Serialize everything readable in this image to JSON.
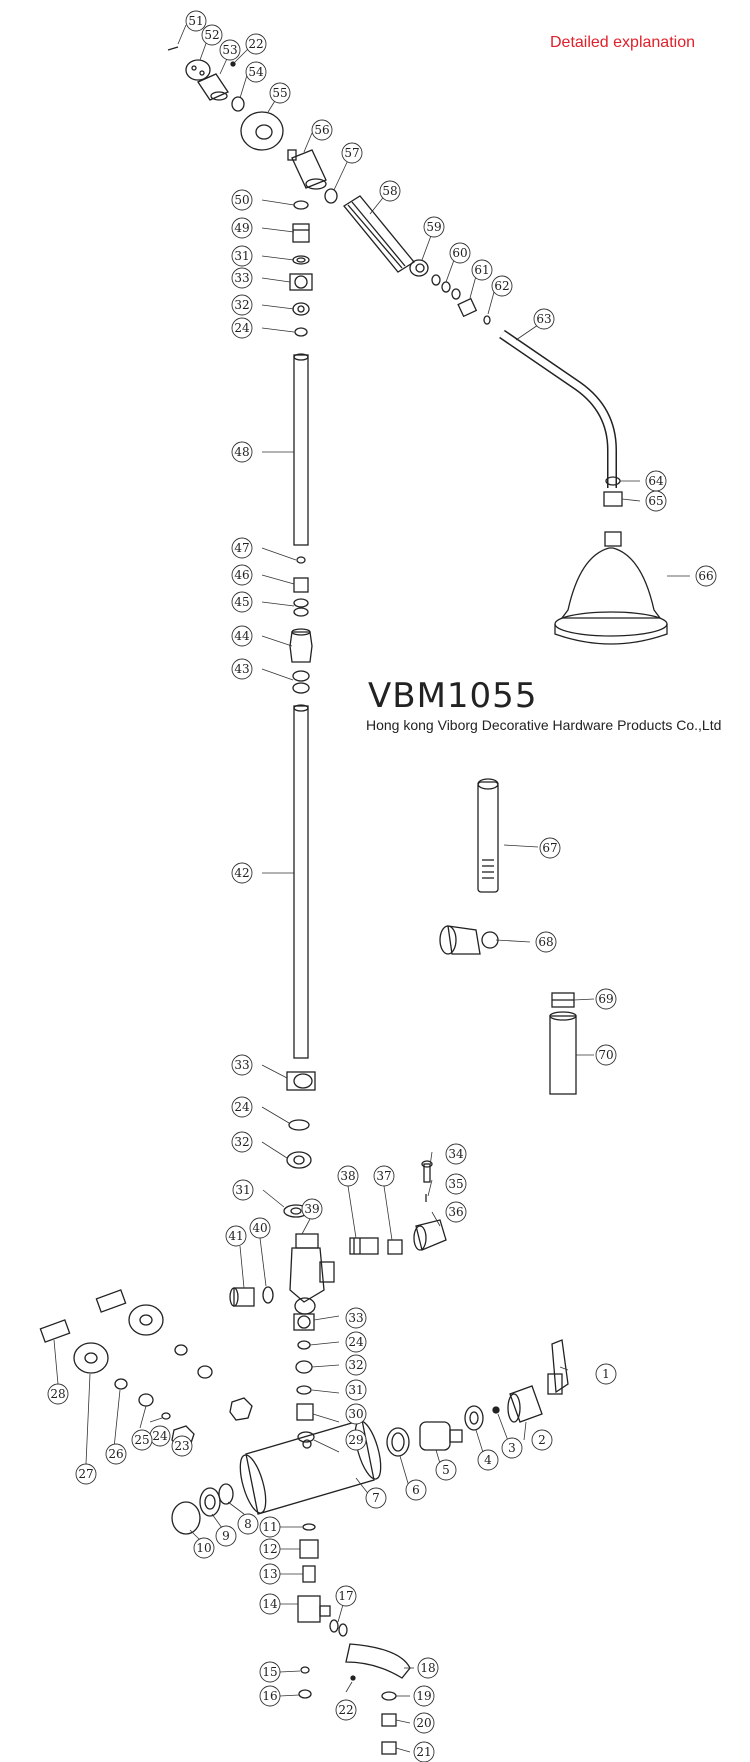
{
  "header": {
    "link_text": "Detailed explanation",
    "link_color": "#e0202a"
  },
  "product": {
    "model": "VBM1055",
    "company": "Hong kong Viborg Decorative Hardware Products Co.,Ltd"
  },
  "callouts": [
    "1",
    "2",
    "3",
    "4",
    "5",
    "6",
    "7",
    "8",
    "9",
    "10",
    "11",
    "12",
    "13",
    "14",
    "15",
    "16",
    "17",
    "18",
    "19",
    "20",
    "21",
    "22",
    "23",
    "24",
    "25",
    "26",
    "27",
    "28",
    "29",
    "30",
    "31",
    "32",
    "33",
    "34",
    "35",
    "36",
    "37",
    "38",
    "39",
    "40",
    "41",
    "42",
    "43",
    "44",
    "45",
    "46",
    "47",
    "48",
    "49",
    "50",
    "51",
    "52",
    "53",
    "54",
    "55",
    "56",
    "57",
    "58",
    "59",
    "60",
    "61",
    "62",
    "63",
    "64",
    "65",
    "66",
    "67",
    "68",
    "69",
    "70"
  ]
}
